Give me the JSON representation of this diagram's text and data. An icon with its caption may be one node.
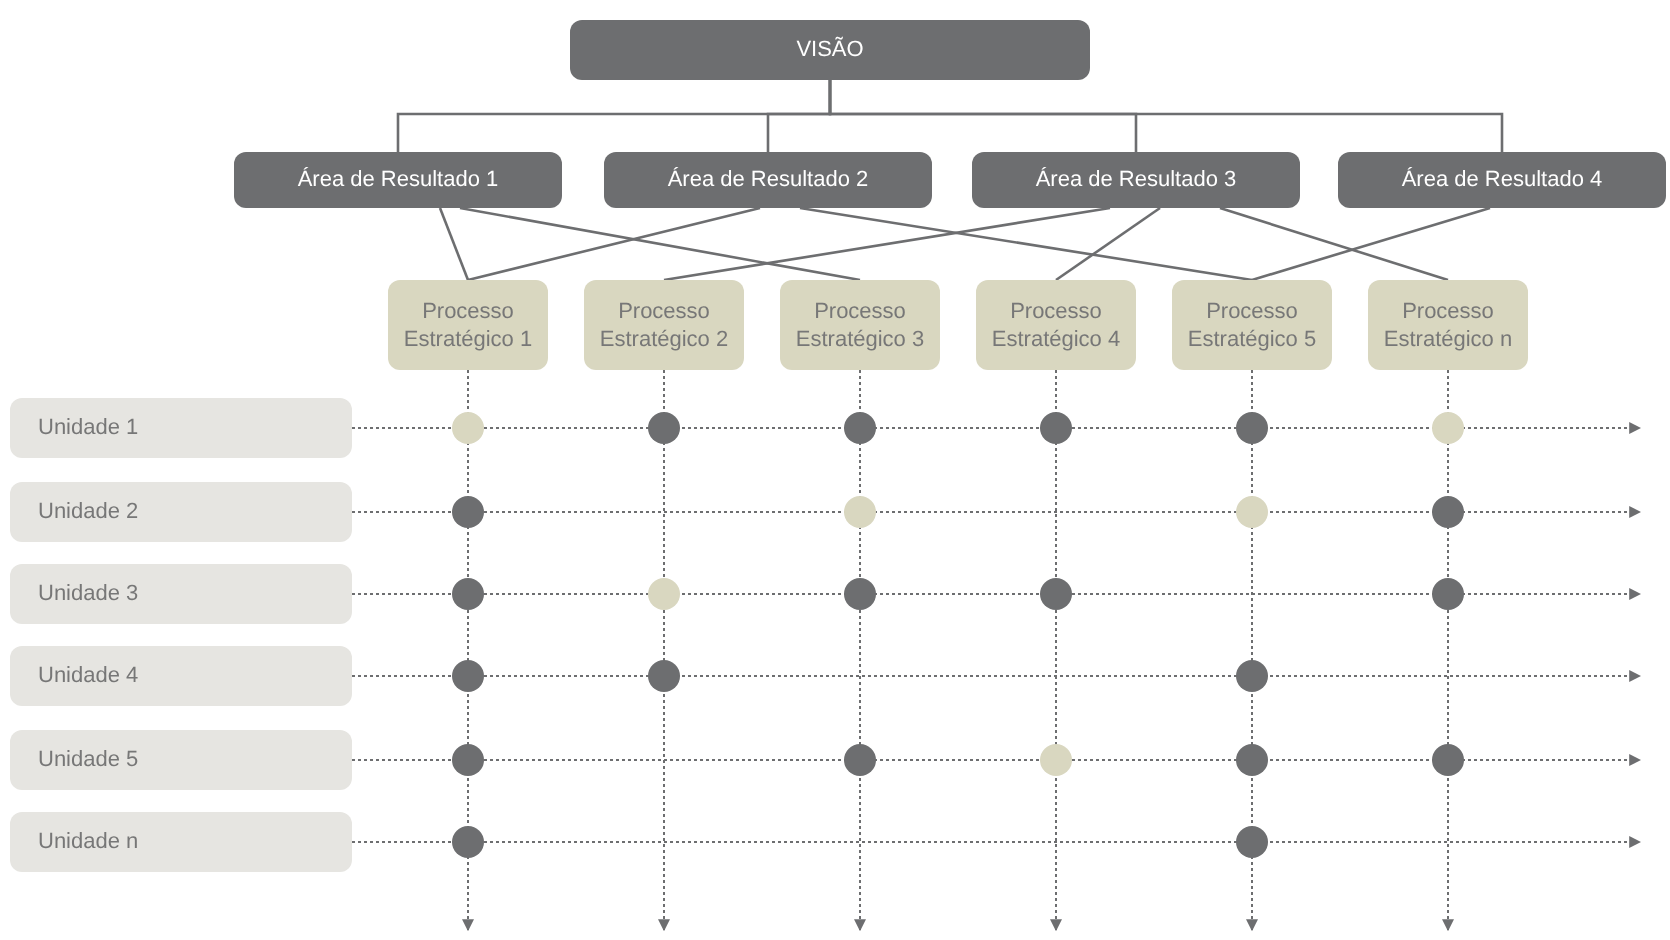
{
  "diagram": {
    "nodes": [
      {
        "text": [
          "VISÃO"
        ]
      },
      {
        "text": [
          "Área de Resultado 1"
        ]
      },
      {
        "text": [
          "Área de Resultado 2"
        ]
      },
      {
        "text": [
          "Área de Resultado 3"
        ]
      },
      {
        "text": [
          "Área de Resultado 4"
        ]
      },
      {
        "text": [
          "Processo Estratégico 1"
        ]
      },
      {
        "text": [
          "Processo Estratégico 2"
        ]
      },
      {
        "text": [
          "Processo Estratégico 3"
        ]
      },
      {
        "text": [
          "Processo Estratégico 4"
        ]
      },
      {
        "text": [
          "Processo Estratégico 5"
        ]
      },
      {
        "text": [
          "Processo Estratégico n"
        ]
      },
      {
        "text": [
          "Unidade 1"
        ]
      },
      {
        "text": [
          "Unidade 2"
        ]
      },
      {
        "text": [
          "Unidade 3"
        ]
      },
      {
        "text": [
          "Unidade 4"
        ]
      },
      {
        "text": [
          "Unidade 5"
        ]
      },
      {
        "text": [
          "Unidade n"
        ]
      },
      {
        "text": [],
        "shape": "circle"
      },
      {
        "text": [],
        "shape": "circle"
      },
      {
        "text": [],
        "shape": "circle"
      },
      {
        "text": [],
        "shape": "circle"
      },
      {
        "text": [],
        "shape": "circle"
      },
      {
        "text": [],
        "shape": "circle"
      },
      {
        "text": [],
        "shape": "circle"
      },
      {
        "text": [],
        "shape": "circle"
      },
      {
        "text": [],
        "shape": "circle"
      },
      {
        "text": [],
        "shape": "circle"
      },
      {
        "text": [],
        "shape": "circle"
      },
      {
        "text": [],
        "shape": "circle"
      },
      {
        "text": [],
        "shape": "circle"
      },
      {
        "text": [],
        "shape": "circle"
      },
      {
        "text": [],
        "shape": "circle"
      },
      {
        "text": [],
        "shape": "circle"
      },
      {
        "text": [],
        "shape": "circle"
      },
      {
        "text": [],
        "shape": "circle"
      },
      {
        "text": [],
        "shape": "circle"
      },
      {
        "text": [],
        "shape": "circle"
      },
      {
        "text": [],
        "shape": "circle"
      },
      {
        "text": [],
        "shape": "circle"
      },
      {
        "text": [],
        "shape": "circle"
      },
      {
        "text": [],
        "shape": "circle"
      },
      {
        "text": [],
        "shape": "circle"
      }
    ],
    "edges": [
      {
        "from": 0,
        "to": 1,
        "arrow": "none"
      },
      {
        "from": 0,
        "to": 2,
        "arrow": "none"
      },
      {
        "from": 0,
        "to": 3,
        "arrow": "none"
      },
      {
        "from": 0,
        "to": 4,
        "arrow": "none"
      },
      {
        "from": 1,
        "to": 5,
        "arrow": "none"
      },
      {
        "from": 1,
        "to": 7,
        "arrow": "none"
      },
      {
        "from": 2,
        "to": 5,
        "arrow": "none"
      },
      {
        "from": 2,
        "to": 9,
        "arrow": "none"
      },
      {
        "from": 3,
        "to": 6,
        "arrow": "none"
      },
      {
        "from": 3,
        "to": 8,
        "arrow": "none"
      },
      {
        "from": 3,
        "to": 10,
        "arrow": "none"
      },
      {
        "from": 4,
        "to": 9,
        "arrow": "none"
      },
      {
        "from": 5,
        "to": null,
        "arrow": "to",
        "style": "dashed"
      },
      {
        "from": 6,
        "to": null,
        "arrow": "to",
        "style": "dashed"
      },
      {
        "from": 7,
        "to": null,
        "arrow": "to",
        "style": "dashed"
      },
      {
        "from": 8,
        "to": null,
        "arrow": "to",
        "style": "dashed"
      },
      {
        "from": 9,
        "to": null,
        "arrow": "to",
        "style": "dashed"
      },
      {
        "from": 10,
        "to": null,
        "arrow": "to",
        "style": "dashed"
      },
      {
        "from": 11,
        "to": null,
        "arrow": "to",
        "style": "dashed"
      },
      {
        "from": 12,
        "to": null,
        "arrow": "to",
        "style": "dashed"
      },
      {
        "from": 13,
        "to": null,
        "arrow": "to",
        "style": "dashed"
      },
      {
        "from": 14,
        "to": null,
        "arrow": "to",
        "style": "dashed"
      },
      {
        "from": 15,
        "to": null,
        "arrow": "to",
        "style": "dashed"
      },
      {
        "from": 16,
        "to": null,
        "arrow": "to",
        "style": "dashed"
      }
    ]
  }
}
